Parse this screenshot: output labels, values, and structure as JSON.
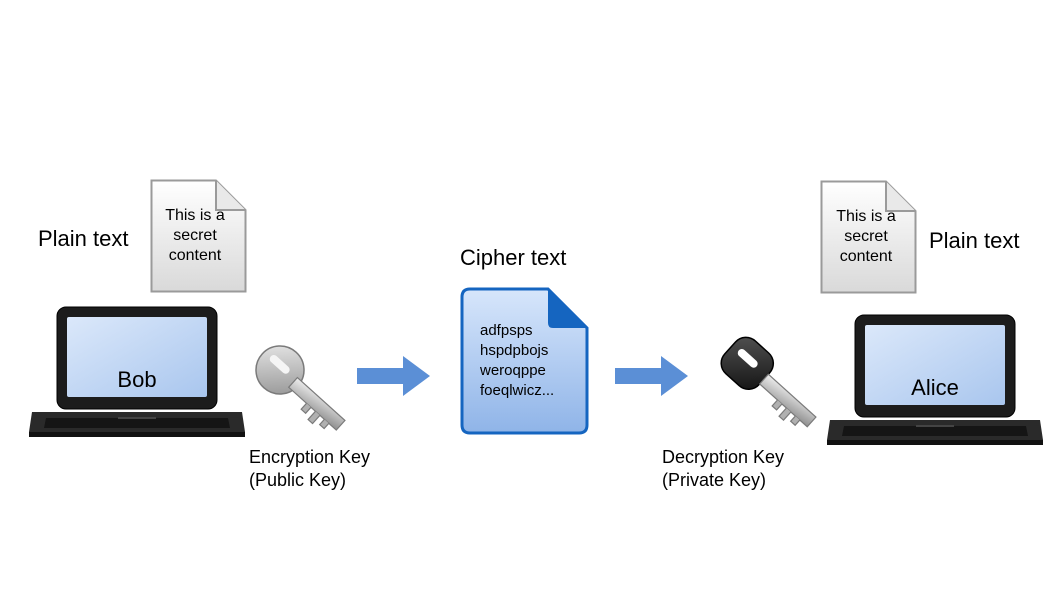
{
  "left": {
    "plain_label": "Plain text",
    "document_lines": [
      "This is a",
      "secret",
      "content"
    ],
    "laptop_name": "Bob"
  },
  "encryption": {
    "caption_line1": "Encryption Key",
    "caption_line2": "(Public Key)",
    "key_color": "#bdbdbd"
  },
  "cipher": {
    "label": "Cipher text",
    "lines": [
      "adfpsps",
      "hspdpbojs",
      "weroqppe",
      "foeqlwicz..."
    ],
    "doc_color": "#1565c0"
  },
  "decryption": {
    "caption_line1": "Decryption Key",
    "caption_line2": "(Private Key)",
    "key_color": "#2b2b2b"
  },
  "right": {
    "plain_label": "Plain text",
    "document_lines": [
      "This is a",
      "secret",
      "content"
    ],
    "laptop_name": "Alice"
  },
  "colors": {
    "arrow": "#5b8fd6",
    "screen": "#c9dcf5"
  }
}
